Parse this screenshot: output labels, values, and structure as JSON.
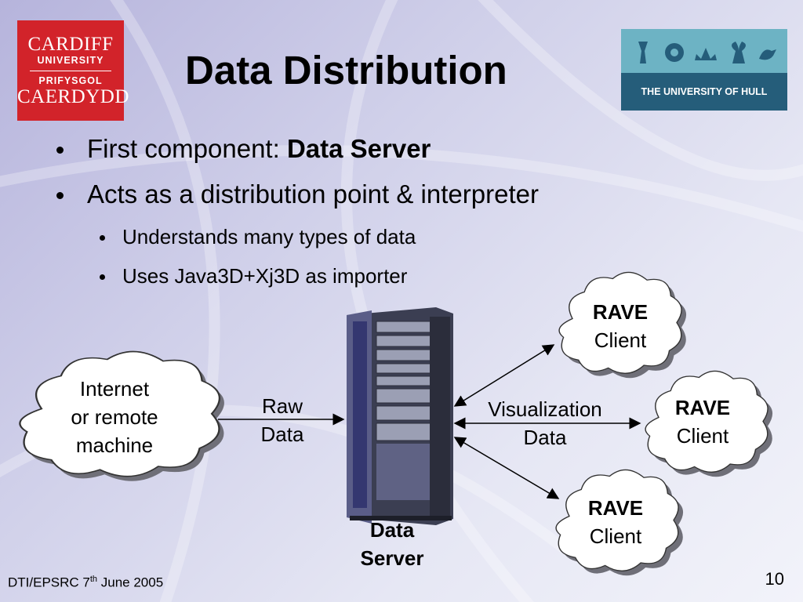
{
  "logos": {
    "cardiff": {
      "line1": "CARDIFF",
      "line2": "UNIVERSITY",
      "line3": "PRIFYSGOL",
      "line4": "CAERDYDD",
      "color": "#d2232a"
    },
    "hull": {
      "text": "THE UNIVERSITY OF HULL",
      "band_color": "#255d7a",
      "top_color": "#6db3c4"
    }
  },
  "slide": {
    "title": "Data Distribution",
    "bullets": [
      {
        "prefix": "First component: ",
        "bold": "Data Server"
      },
      {
        "text": "Acts as a distribution point & interpreter"
      }
    ],
    "sub_bullets": [
      {
        "text": "Understands many types of data"
      },
      {
        "text": "Uses Java3D+Xj3D as importer"
      }
    ]
  },
  "diagram": {
    "source_cloud": {
      "lines": [
        "Internet",
        "or remote",
        "machine"
      ]
    },
    "raw_label": {
      "lines": [
        "Raw",
        "Data"
      ]
    },
    "server_label": {
      "lines": [
        "Data",
        "Server"
      ]
    },
    "vis_label": {
      "lines": [
        "Visualization",
        "Data"
      ]
    },
    "clients": [
      {
        "bold": "RAVE",
        "text": "Client"
      },
      {
        "bold": "RAVE",
        "text": "Client"
      },
      {
        "bold": "RAVE",
        "text": "Client"
      }
    ]
  },
  "footer": {
    "left_prefix": "DTI/EPSRC 7",
    "left_sup": "th",
    "left_suffix": " June 2005",
    "page_number": "10"
  }
}
